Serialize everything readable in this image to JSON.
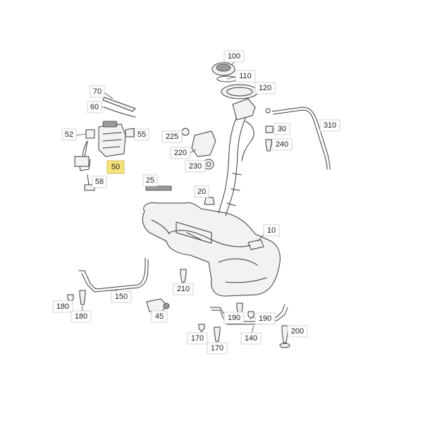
{
  "diagram": {
    "highlight_color": "#f5e27a",
    "callouts": [
      {
        "id": "c100",
        "label": "100"
      },
      {
        "id": "c110",
        "label": "110"
      },
      {
        "id": "c120",
        "label": "120"
      },
      {
        "id": "c70",
        "label": "70"
      },
      {
        "id": "c60",
        "label": "60"
      },
      {
        "id": "c52",
        "label": "52"
      },
      {
        "id": "c55",
        "label": "55"
      },
      {
        "id": "c50",
        "label": "50",
        "highlighted": true
      },
      {
        "id": "c58",
        "label": "58"
      },
      {
        "id": "c225",
        "label": "225"
      },
      {
        "id": "c220",
        "label": "220"
      },
      {
        "id": "c230",
        "label": "230"
      },
      {
        "id": "c30",
        "label": "30"
      },
      {
        "id": "c240",
        "label": "240"
      },
      {
        "id": "c310",
        "label": "310"
      },
      {
        "id": "c25",
        "label": "25"
      },
      {
        "id": "c20",
        "label": "20"
      },
      {
        "id": "c10",
        "label": "10"
      },
      {
        "id": "c210",
        "label": "210"
      },
      {
        "id": "c150",
        "label": "150"
      },
      {
        "id": "c180a",
        "label": "180"
      },
      {
        "id": "c180b",
        "label": "180"
      },
      {
        "id": "c45",
        "label": "45"
      },
      {
        "id": "c190a",
        "label": "190"
      },
      {
        "id": "c190b",
        "label": "190"
      },
      {
        "id": "c170a",
        "label": "170"
      },
      {
        "id": "c170b",
        "label": "170"
      },
      {
        "id": "c140",
        "label": "140"
      },
      {
        "id": "c200",
        "label": "200"
      }
    ]
  }
}
